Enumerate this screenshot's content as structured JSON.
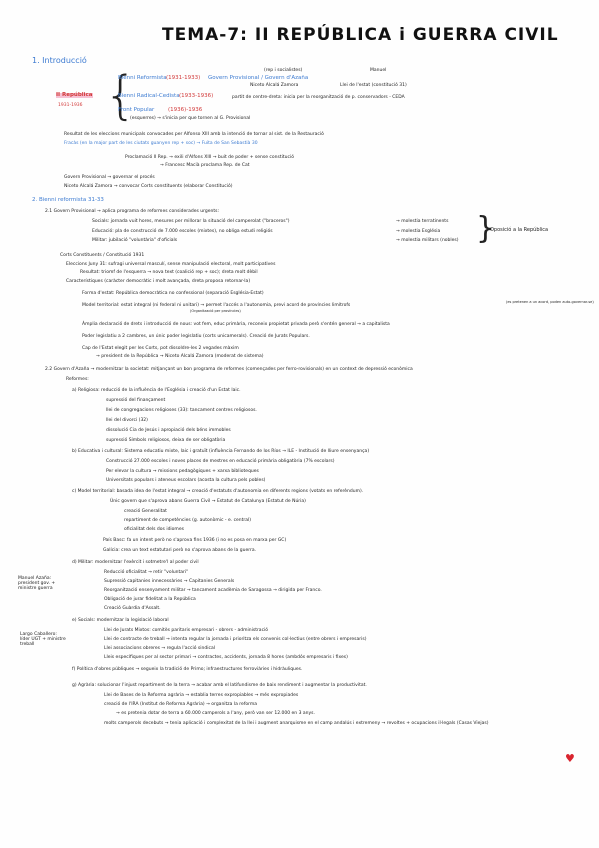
{
  "title": "TEMA-7: II REPÚBLICA i GUERRA CIVIL",
  "s1": {
    "heading": "1. Introducció",
    "rep": "II República",
    "rep_years": "1931-1936",
    "bienni_ref": "Bienni Reformista",
    "bienni_ref_years": "(1931-1933)",
    "gov_prov": "Govern Provisional / Govern d'Azaña",
    "rep_soc": "(rep i socialistes)",
    "manuel": "Manuel",
    "niceto": "Niceto Alcalá Zamora",
    "lleis": "Llei de l'estat (constitució 31)",
    "bienni_rad": "Bienni Radical-Cedista",
    "bienni_rad_years": "(1933-1936)",
    "bienni_rad_desc": "partit de centre-dreta: inicia per la reorganització de p. conservadors - CEDA",
    "front": "Front Popular",
    "front_years": "(1936)-1936",
    "front_desc": "(esquerres) → s'inicia per que tornen al G. Provisional",
    "res1": "Resultat de les eleccions municipals convocades per Alfonso XIII amb la intenció de tornar al sist. de la Restauració",
    "res2": "Fracàs (en la major part de les ciutats guanyen rep + soc) → Fuita de San Sebastià 30",
    "res3": "Proclamació II Rep. → exili d'Alfons XIII → buit de poder + sense constitució",
    "res4": "→ Francesc Macià proclama Rep. de Cat",
    "gp1": "Govern Provisional → governar el procés",
    "gp2": "Niceto Alcalá Zamora → convocar Corts constituents (elaborar Constitució)"
  },
  "s2": {
    "heading": "2. Bienni reformista 31-33",
    "h21": "2.1 Govern Provisional → aplica programa de reformes considerades urgents:",
    "l1": "Socials: jornada vuit hores, mesures per millorar la situació del camperolat (\"braceros\")",
    "l1b": "→ molestia terratinents",
    "l2": "Educació: pla de construcció de 7.000 escoles (mixtes), no obliga estudi religiós",
    "l2b": "→ molestia Església",
    "l3": "Militar: jubilació \"voluntària\" d'oficials",
    "l3b": "→ molestia militars (nobles)",
    "opos": "Oposició a la República",
    "corts": "Corts Constituents / Constitució 1931",
    "e1": "Eleccions Juny 31: sufragi universal masculí, sense manipulació electoral, molt participatives",
    "e2": "Resultat: triomf de l'esquerra → nova text (coalició rep + soc); dreta molt dèbil",
    "car": "Característiques (caràcter democràtic i molt avançada, dreta proposa retornar-la)",
    "c1": "Forma d'estat: República democràtica no confessional (separació Església-Estat)",
    "c2": "Model territorial: estat integral (ni federal ni unitari) → permet l'accés a l'autonomia, previ acord de províncies limítrofs",
    "c2b": "(es pretenen a un acord, poden auto-governar-se)",
    "c2c": "(Organització per províncies)",
    "c3": "Àmplia declaració de drets i introducció de nous: vot fem, educ primària, reconeix propietat privada però s'entén general → a capitalista",
    "c4": "Poder legislatiu a 2 cambres, un únic poder legislatiu (corts unicamerals). Creació de Jurats Populars.",
    "c5": "Cap de l'Estat elegit per les Corts, pot dissoldre-les 2 vegades màxim",
    "c6": "→ president de la República → Niceto Alcalá Zamora (moderat de sistema)",
    "h22": "2.2 Govern d'Azaña → modernitzar la societat: mitjançant un bon programa de reformes (començades per ferro-rovisionals) en un context de depressió econòmica",
    "reform": "Reformes:",
    "a": "a) Religiosa: reducció de la influència de l'Església i creació d'un Estat laic.",
    "a1": "supressió del finançament",
    "a2": "llei de congregacions religioses (33): tancament centres religiosos.",
    "a3": "llei del divorci (32)",
    "a4": "dissolució Cia de Jesús i apropiació dels béns immobles",
    "a5": "supressió Símbols religiosos, deixa de ser obligatòria",
    "b": "b) Educativa i cultural: Sistema educatiu mixte, laic i gratuït (influència Fernando de los Ríos → ILE - Institució de lliure ensenyança)",
    "b1": "Construcció 27.000 escoles i noves places de mestres en educació primària obligatòria (7% escolars)",
    "b2": "Per elevar la cultura → missions pedagògiques + xarxa biblioteques",
    "b3": "Universitats populars i ateneus escolars (acosta la cultura pels pobles)",
    "c": "c) Model territorial: basada idea de l'estat integral → creació d'estatuts d'autonomia en diferents regions (votats en referèndum).",
    "cc1": "Únic govern que s'aprova abans Guerra Civil → Estatut de Catalunya (Estatut de Núria)",
    "cc2": "creació Generalitat",
    "cc3": "repartiment de competències (g. autonòmic - e. central)",
    "cc4": "oficialitat dels dos idiomes",
    "cc5": "País Basc: fa un intent però no s'aprova fins 1936 (i no es posa en marxa per GC)",
    "cc6": "Galícia: crea un text estatutari però no s'aprova abans de la guerra.",
    "d": "d) Militar: modernitzar l'exèrcit i sotmetre'l al poder civil",
    "d1": "Reducció oficialitat → retir \"voluntari\"",
    "d2": "Supressió capitanies innecessàries → Capitanies Generals",
    "d3": "Reorganització ensenyament militar → tancament acadèmia de Saragossa → dirigida per Franco.",
    "d4": "Obligació de jurar fidelitat a la República",
    "d5": "Creació Guàrdia d'Assalt.",
    "note_azana": "Manuel Azaña: president gov. + ministre guerra",
    "e": "e) Socials: modernitzar la legislació laboral",
    "e1b": "Llei de Jurats Mixtos: comitès paritaris empresari - obrers - administració",
    "e2b": "Llei de contracte de treball → intenta regular la jornada i prioritza els convenis col·lectius (entre obrers i empresaris)",
    "e3b": "Llei associacions obreres → regula l'acció sindical",
    "e4b": "Lleis específiques per al sector primari → contractes, accidents, jornada 8 hores (ambdós empresaris i fixes)",
    "note_largo": "Largo Caballero: líder UGT + ministre treball",
    "f": "f) Política d'obres públiques → segueix la tradició de Primo; infraestructures ferroviàries i hidràuliques.",
    "g": "g) Agrària: solucionar l'injust repartiment de la terra → acabar amb el latifundisme de baix rendiment i augmentar la productivitat.",
    "g1": "Llei de Bases de la Reforma agrària → establia terres expropiables → més expropiades",
    "g2": "creació de l'IRA (Institut de Reforma Agrària) → organitza la reforma",
    "g3": "→ es pretenia dotar de terra a 60.000 camperols a l'any, però van ser 12.000 en 3 anys.",
    "g4": "molts camperols decebuts → tenia aplicació i complexitat de la llei i augment anarquisme en el camp andalús i extremeny → revoltes + ocupacions il·legals (Casas Viejas)"
  },
  "heart_icon": "heart-icon"
}
